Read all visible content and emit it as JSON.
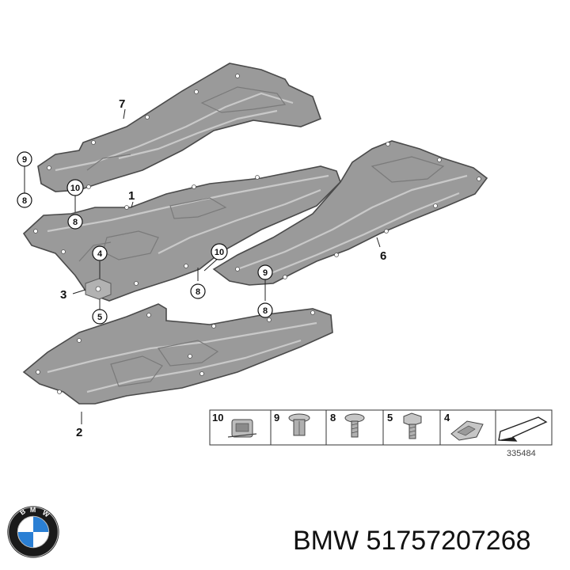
{
  "callouts": {
    "part1": "1",
    "part2": "2",
    "part3": "3",
    "part6": "6",
    "part7": "7",
    "c4": "4",
    "c5": "5",
    "c8a": "8",
    "c8b": "8",
    "c8c": "8",
    "c8d": "8",
    "c9a": "9",
    "c9b": "9",
    "c10a": "10",
    "c10b": "10"
  },
  "legend": {
    "items": [
      "10",
      "9",
      "8",
      "5",
      "4"
    ],
    "diagram_id": "335484"
  },
  "brand": {
    "logo_text": "BMW",
    "part_number_text": "BMW 51757207268"
  },
  "colors": {
    "panel": "#9a9a9a",
    "rib": "#c9c9c9",
    "logo_blue": "#2a7fd4"
  }
}
